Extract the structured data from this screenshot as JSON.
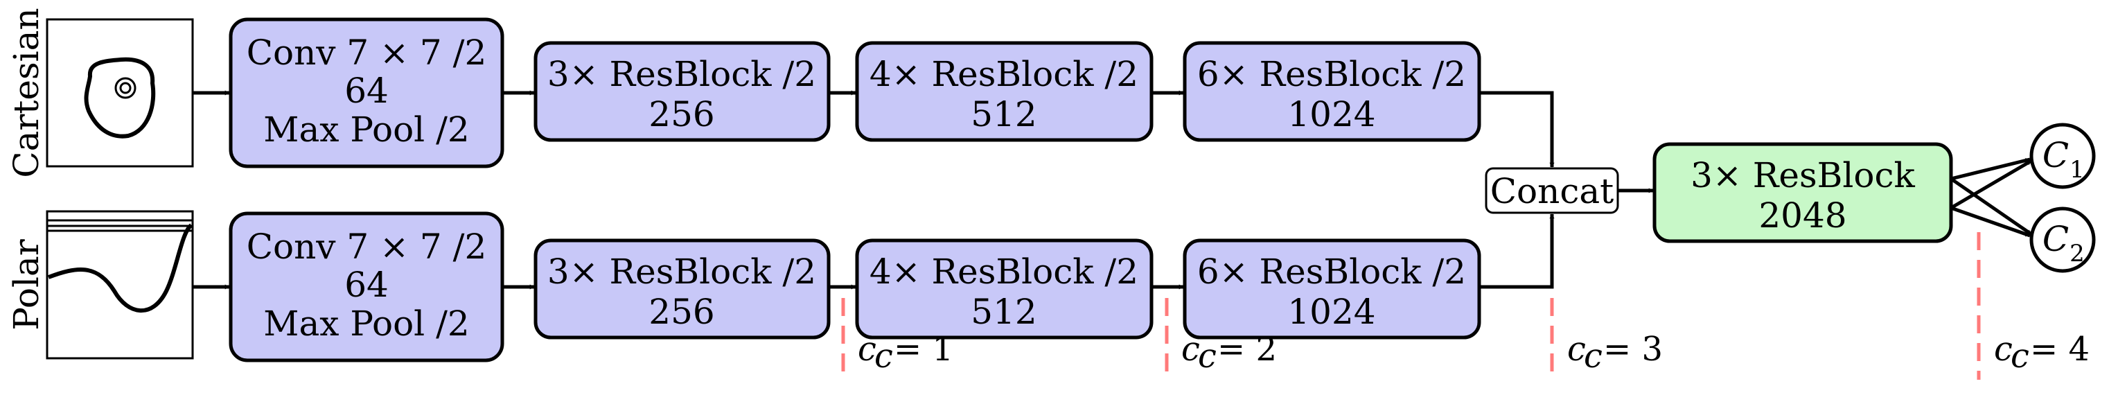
{
  "colors": {
    "block_fill": "#c8c8f8",
    "head_fill": "#c8f8c8",
    "stroke": "#000000",
    "cut_marker": "#ff7a7a"
  },
  "inputs": {
    "cartesian_label": "Cartesian",
    "polar_label": "Polar"
  },
  "stem": {
    "line1": "Conv 7 × 7 /2",
    "line2": "64",
    "line3": "Max Pool /2"
  },
  "stage1": {
    "line1": "3× ResBlock /2",
    "line2": "256"
  },
  "stage2": {
    "line1": "4× ResBlock /2",
    "line2": "512"
  },
  "stage3": {
    "line1": "6× ResBlock /2",
    "line2": "1024"
  },
  "concat": {
    "label": "Concat"
  },
  "head": {
    "line1": "3× ResBlock",
    "line2": "2048"
  },
  "outputs": [
    {
      "letter": "C",
      "sub": "1"
    },
    {
      "letter": "C",
      "sub": "2"
    }
  ],
  "cut_points": [
    {
      "lhs": "c",
      "sub": "c",
      "rhs": "= 1"
    },
    {
      "lhs": "c",
      "sub": "c",
      "rhs": "= 2"
    },
    {
      "lhs": "c",
      "sub": "c",
      "rhs": "= 3"
    },
    {
      "lhs": "c",
      "sub": "c",
      "rhs": "= 4"
    }
  ]
}
